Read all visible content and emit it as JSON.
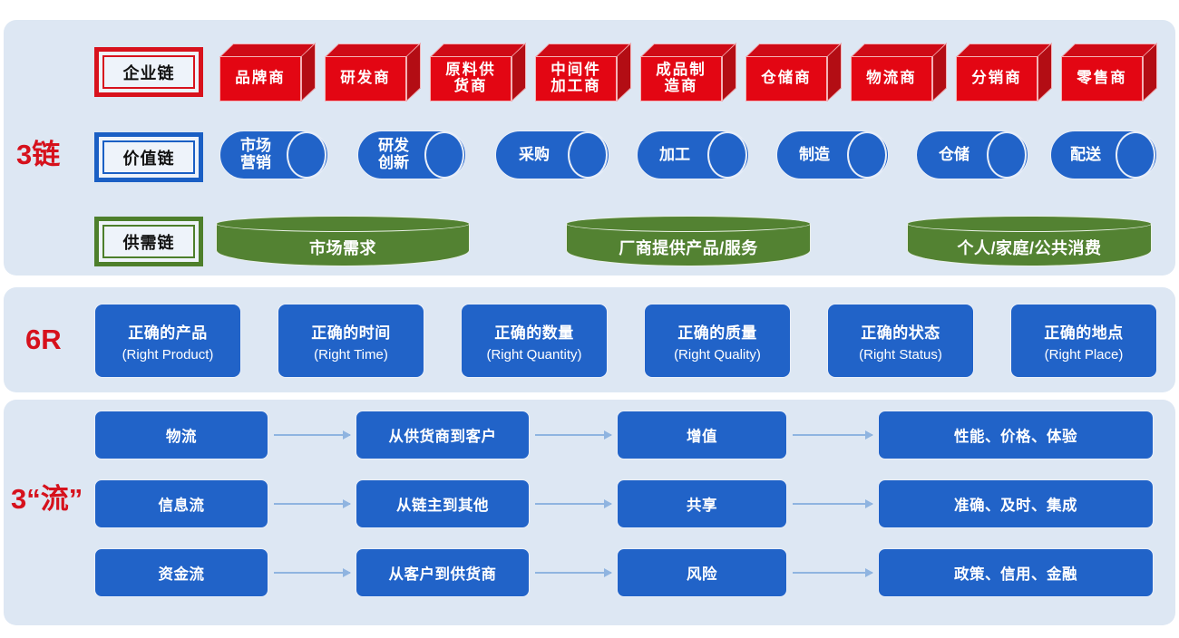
{
  "panels": {
    "chains_label": "3链",
    "sixr_label": "6R",
    "flows_label": "3“流”"
  },
  "chains": {
    "enterprise": {
      "chip": "企业链",
      "nodes": [
        "品牌商",
        "研发商",
        "原料供\n货商",
        "中间件\n加工商",
        "成品制\n造商",
        "仓储商",
        "物流商",
        "分销商",
        "零售商"
      ]
    },
    "value": {
      "chip": "价值链",
      "nodes": [
        "市场\n营销",
        "研发\n创新",
        "采购",
        "加工",
        "制造",
        "仓储",
        "配送"
      ]
    },
    "supply": {
      "chip": "供需链",
      "nodes": [
        "市场需求",
        "厂商提供产品/服务",
        "个人/家庭/公共消费"
      ]
    }
  },
  "sixr": {
    "cards": [
      {
        "cn": "正确的产品",
        "en": "(Right Product)"
      },
      {
        "cn": "正确的时间",
        "en": "(Right Time)"
      },
      {
        "cn": "正确的数量",
        "en": "(Right Quantity)"
      },
      {
        "cn": "正确的质量",
        "en": "(Right Quality)"
      },
      {
        "cn": "正确的状态",
        "en": "(Right Status)"
      },
      {
        "cn": "正确的地点",
        "en": "(Right Place)"
      }
    ]
  },
  "flows": {
    "rows": [
      {
        "name": "物流",
        "detail": "从供货商到客户",
        "value": "增值",
        "attrs": "性能、价格、体验"
      },
      {
        "name": "信息流",
        "detail": "从链主到其他",
        "value": "共享",
        "attrs": "准确、及时、集成"
      },
      {
        "name": "资金流",
        "detail": "从客户到供货商",
        "value": "风险",
        "attrs": "政策、信用、金融"
      }
    ]
  },
  "colors": {
    "panel_bg": "#dde7f3",
    "red": "#e30613",
    "blue": "#2163c8",
    "green": "#538232",
    "label_red": "#d6111c",
    "arrow": "#8fb4e0"
  }
}
